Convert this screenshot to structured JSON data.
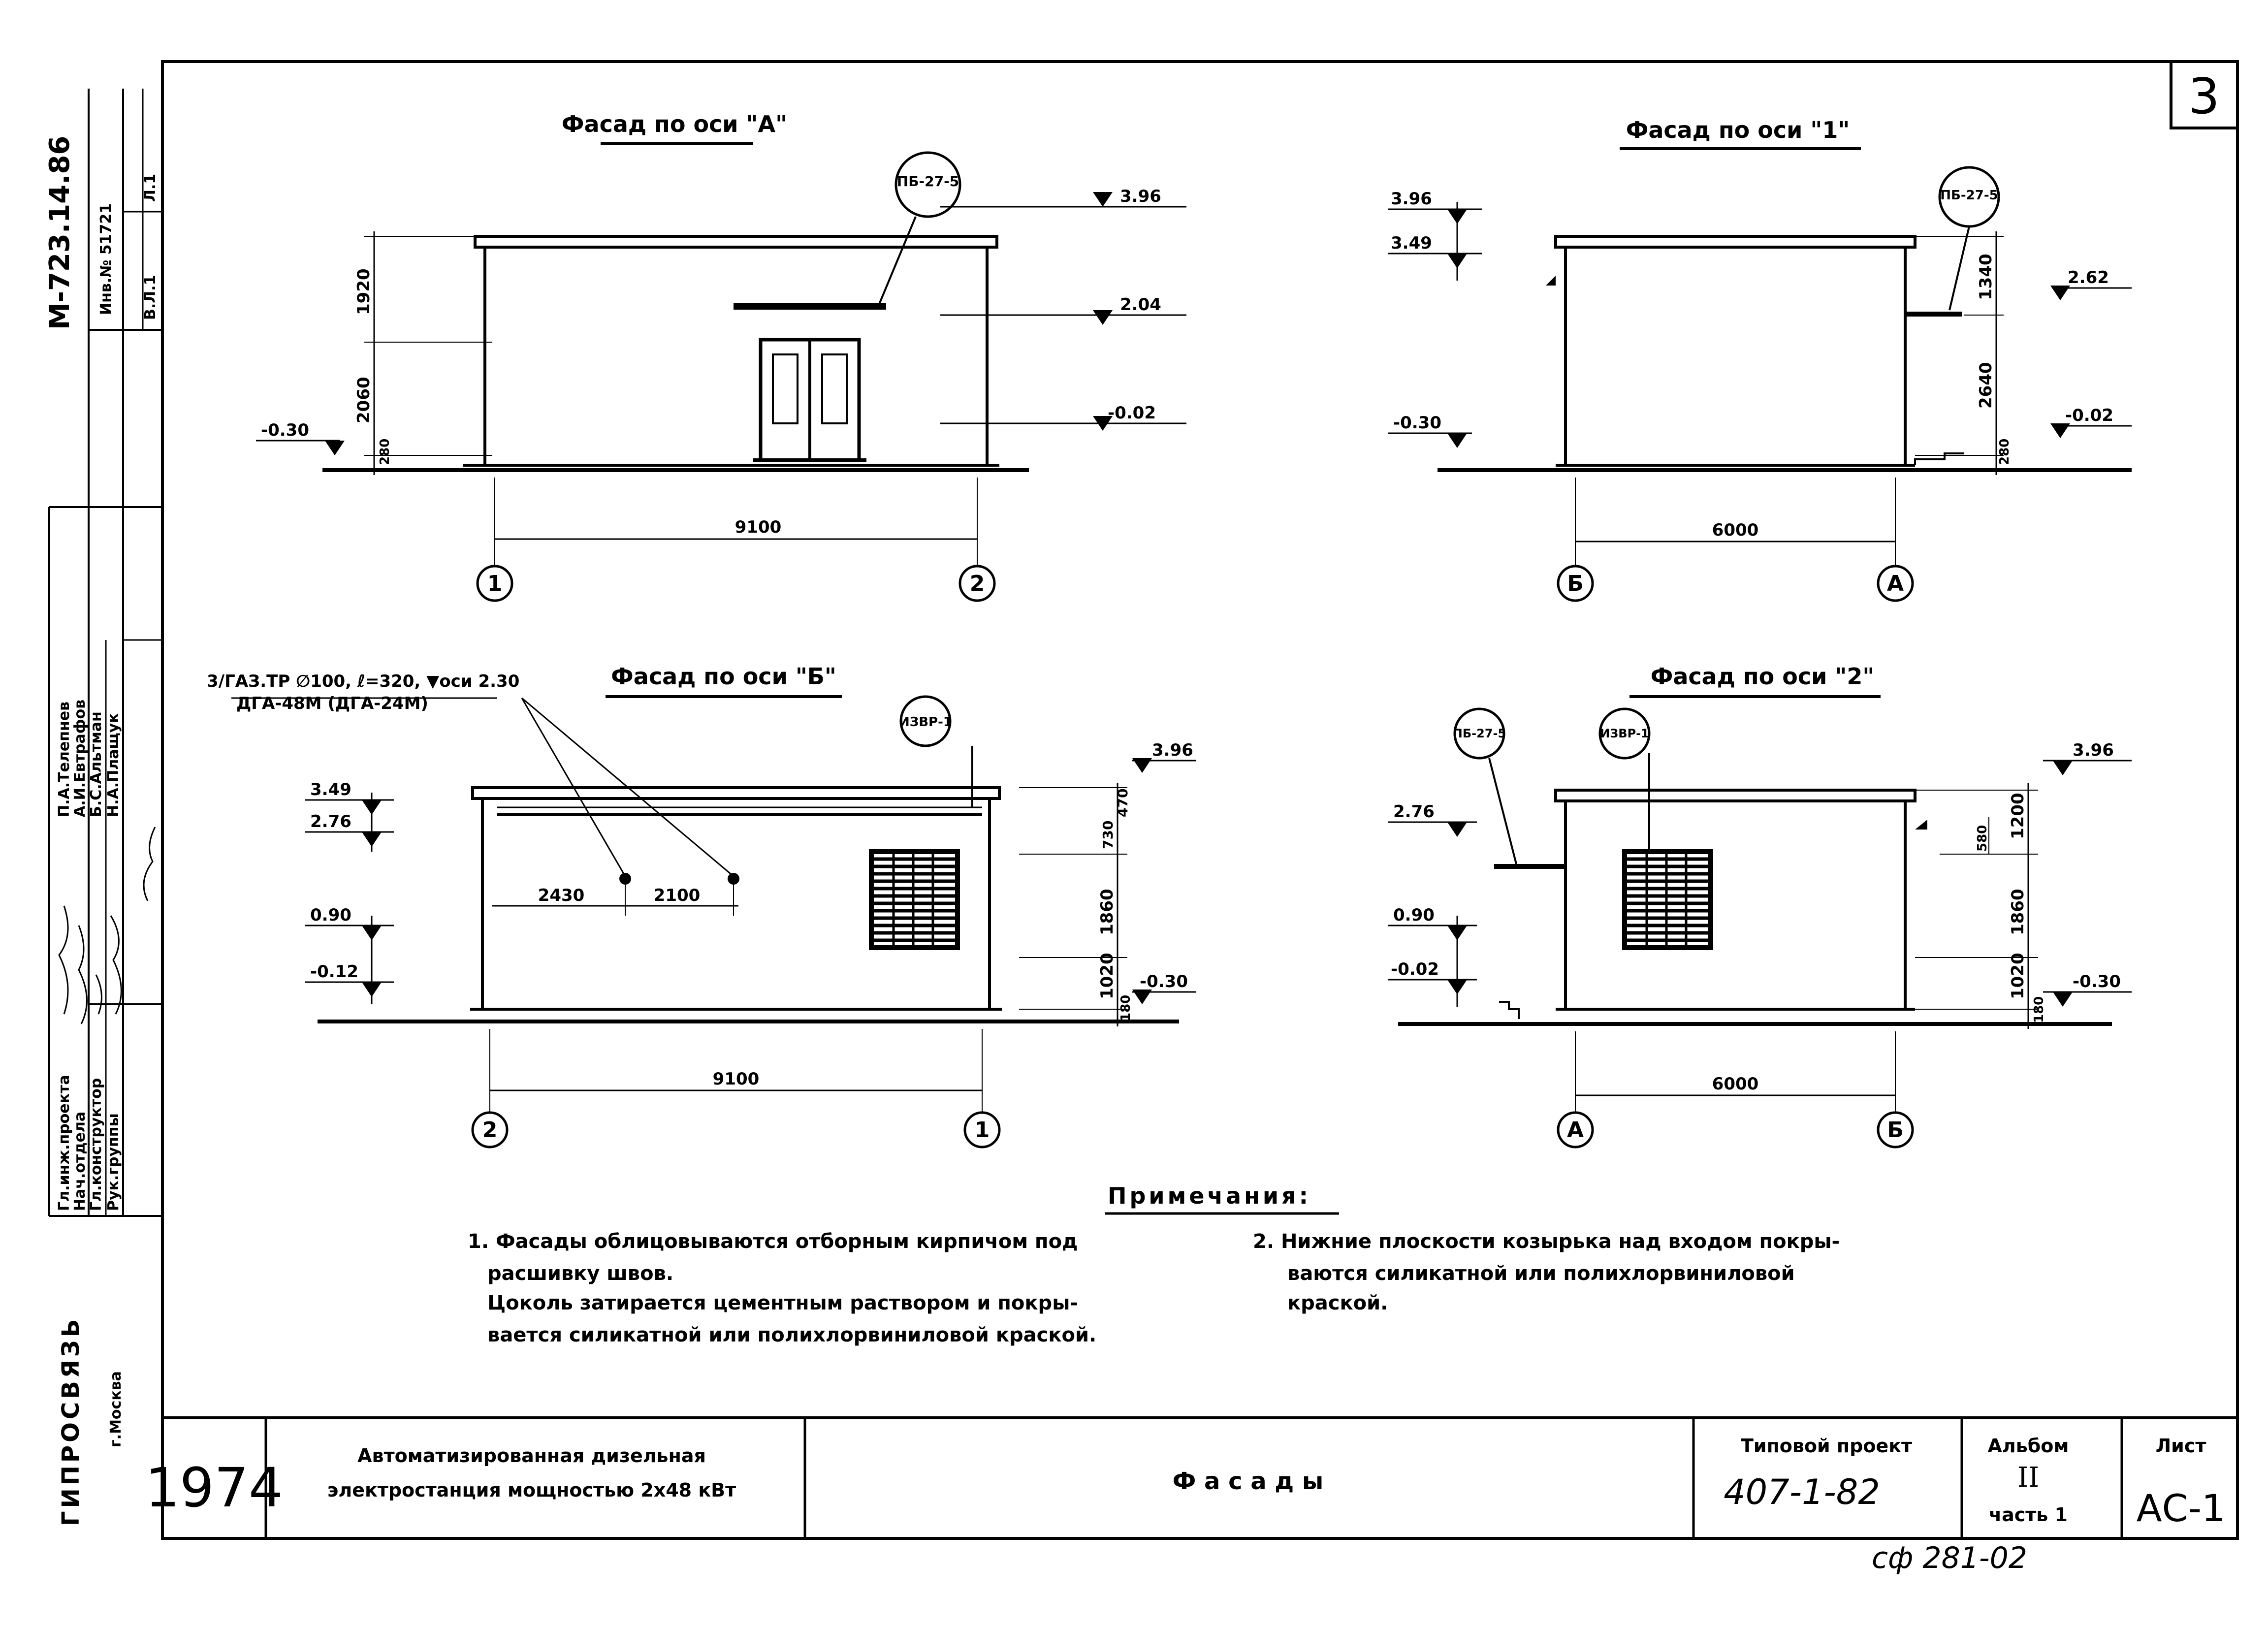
{
  "sheet_number": "3",
  "facades": {
    "a": {
      "title": "Фасад по оси \"А\"",
      "tag": "ПБ-27-5",
      "levels": {
        "top": "3.96",
        "canopy": "2.04",
        "floor": "-0.02",
        "ground": "-0.30"
      },
      "vdims": {
        "upper": "1920",
        "door": "2060",
        "plinth": "280"
      },
      "width": "9100",
      "axes": [
        "1",
        "2"
      ]
    },
    "one": {
      "title": "Фасад по оси \"1\"",
      "tag": "ПБ-27-5",
      "levels": {
        "top": "3.96",
        "roof": "3.49",
        "canopy": "2.62",
        "floor": "-0.02",
        "ground": "-0.30"
      },
      "vdims": {
        "upper": "1340",
        "mid": "2640",
        "plinth": "280"
      },
      "width": "6000",
      "axes": [
        "Б",
        "А"
      ]
    },
    "b": {
      "title": "Фасад по оси \"Б\"",
      "callout_line1": "3/ГАЗ.ТР ∅100, ℓ=320, ▼оси 2.30",
      "callout_line2": "ДГА-48М (ДГА-24М)",
      "tag": "ИЗВР-1",
      "levels": {
        "roof": "3.49",
        "gutter": "2.76",
        "sill": "0.90",
        "low": "-0.12",
        "top": "3.96",
        "ground": "-0.30"
      },
      "vdims": {
        "a": "470",
        "b": "730",
        "window": "1860",
        "sill": "1020",
        "plinth": "180"
      },
      "hdims": {
        "first": "2430",
        "second": "2100"
      },
      "width": "9100",
      "axes": [
        "2",
        "1"
      ]
    },
    "two": {
      "title": "Фасад по оси \"2\"",
      "tag1": "ПБ-27-5",
      "tag2": "ИЗВР-1",
      "levels": {
        "canopy": "2.76",
        "sill": "0.90",
        "floor": "-0.02",
        "top": "3.96",
        "ground": "-0.30"
      },
      "vdims": {
        "small": "580",
        "upper": "1200",
        "window": "1860",
        "sill": "1020",
        "plinth": "180"
      },
      "width": "6000",
      "axes": [
        "А",
        "Б"
      ]
    }
  },
  "notes": {
    "heading": "Примечания:",
    "n1_l1": "1. Фасады облицовываются отборным кирпичом под",
    "n1_l2": "расшивку швов.",
    "n1_l3": "Цоколь затирается цементным раствором и покры-",
    "n1_l4": "вается силикатной или полихлорвиниловой краской.",
    "n2_l1": "2. Нижние плоскости козырька над входом покры-",
    "n2_l2": "ваются силикатной или полихлорвиниловой",
    "n2_l3": "краской."
  },
  "side": {
    "doc_number": "М-723.14.86",
    "inv_number": "Инв.№ 51721",
    "sheet_l1": "Л.1",
    "sheet_b1": "В.Л.1",
    "roles": [
      "Гл.инж.проекта",
      "Нач.отдела",
      "Гл.конструктор",
      "Рук.группы"
    ],
    "names": [
      "П.А.Телепнев",
      "А.И.Евтрафов",
      "Б.С.Альтман",
      "Н.А.Плащук"
    ],
    "org": "ГИПРОСВЯЗЬ",
    "city": "г.Москва"
  },
  "titleblock": {
    "year": "1974",
    "desc_l1": "Автоматизированная дизельная",
    "desc_l2": "электростанция мощностью 2х48 кВт",
    "sheet_title": "Ф а с а д ы",
    "tp_label": "Типовой проект",
    "tp_number": "407-1-82",
    "album_label": "Альбом",
    "album_num": "II",
    "part": "часть 1",
    "list_label": "Лист",
    "list_code": "АС-1",
    "bottom_code": "сф 281-02"
  }
}
